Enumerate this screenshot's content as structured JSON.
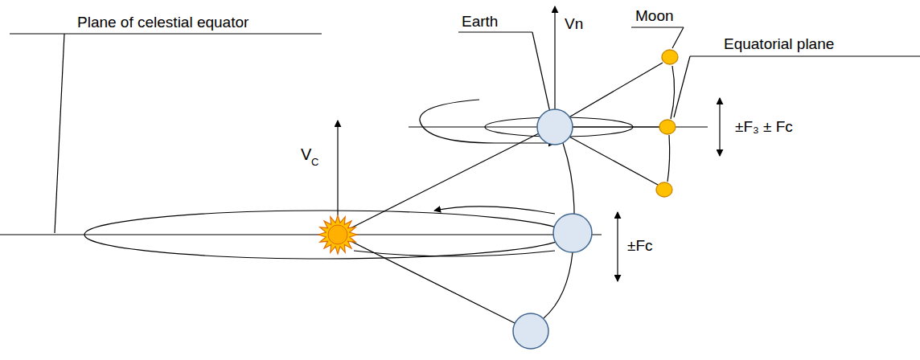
{
  "diagram": {
    "labels": [
      "Plane of celestial equator",
      "Earth",
      "Vn",
      "Moon",
      "Equatorial plane",
      "V",
      "C",
      "±F₃ ± Fc",
      "±Fc"
    ]
  }
}
